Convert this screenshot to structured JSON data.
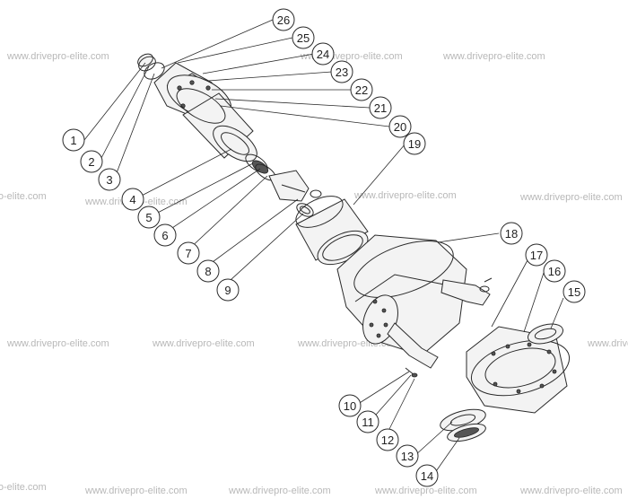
{
  "watermark": {
    "text": "www.drivepro-elite.com"
  },
  "callouts": [
    "1",
    "2",
    "3",
    "4",
    "5",
    "6",
    "7",
    "8",
    "9",
    "10",
    "11",
    "12",
    "13",
    "14",
    "15",
    "16",
    "17",
    "18",
    "19",
    "20",
    "21",
    "22",
    "23",
    "24",
    "25",
    "26"
  ],
  "colors": {
    "line": "#2a2a2a",
    "watermark": "#b8b8b8",
    "background": "#ffffff"
  }
}
